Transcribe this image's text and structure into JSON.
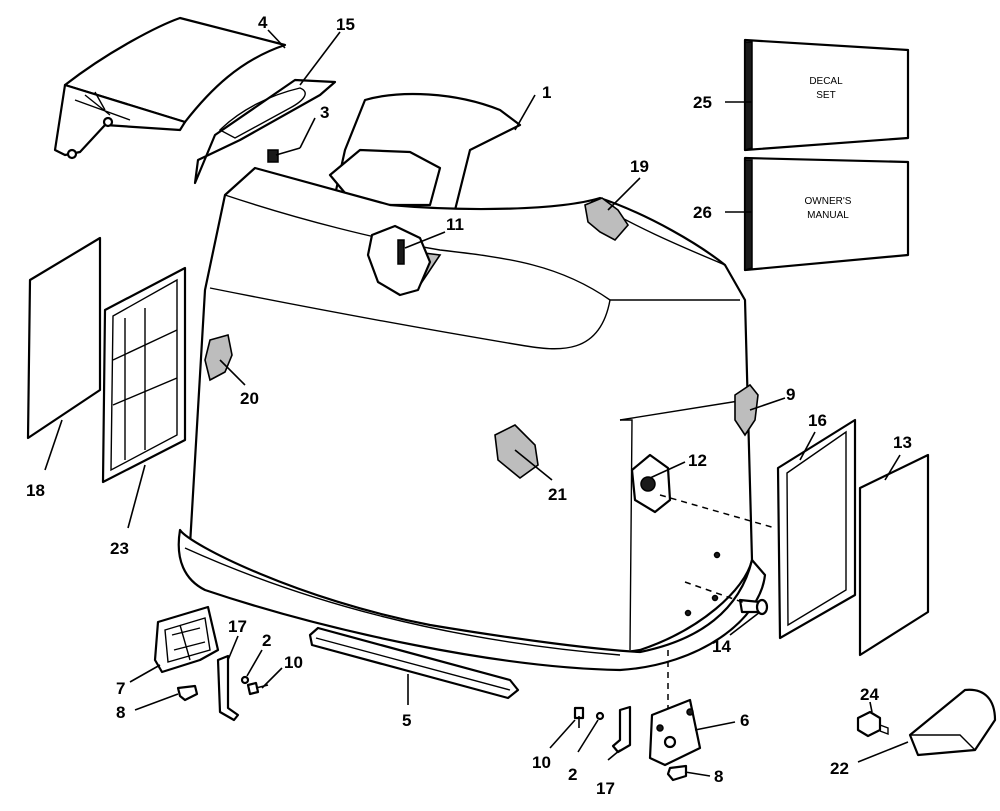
{
  "boxes": {
    "decal": {
      "line1": "DECAL",
      "line2": "SET"
    },
    "manual": {
      "line1": "OWNER'S",
      "line2": "MANUAL"
    }
  },
  "callouts": {
    "c1": "1",
    "c2a": "2",
    "c2b": "2",
    "c3": "3",
    "c4": "4",
    "c5": "5",
    "c6": "6",
    "c7": "7",
    "c8a": "8",
    "c8b": "8",
    "c9": "9",
    "c10a": "10",
    "c10b": "10",
    "c11": "11",
    "c12": "12",
    "c13": "13",
    "c14": "14",
    "c15": "15",
    "c16": "16",
    "c17a": "17",
    "c17b": "17",
    "c18": "18",
    "c19": "19",
    "c20": "20",
    "c21": "21",
    "c22": "22",
    "c23": "23",
    "c24": "24",
    "c25": "25",
    "c26": "26"
  }
}
